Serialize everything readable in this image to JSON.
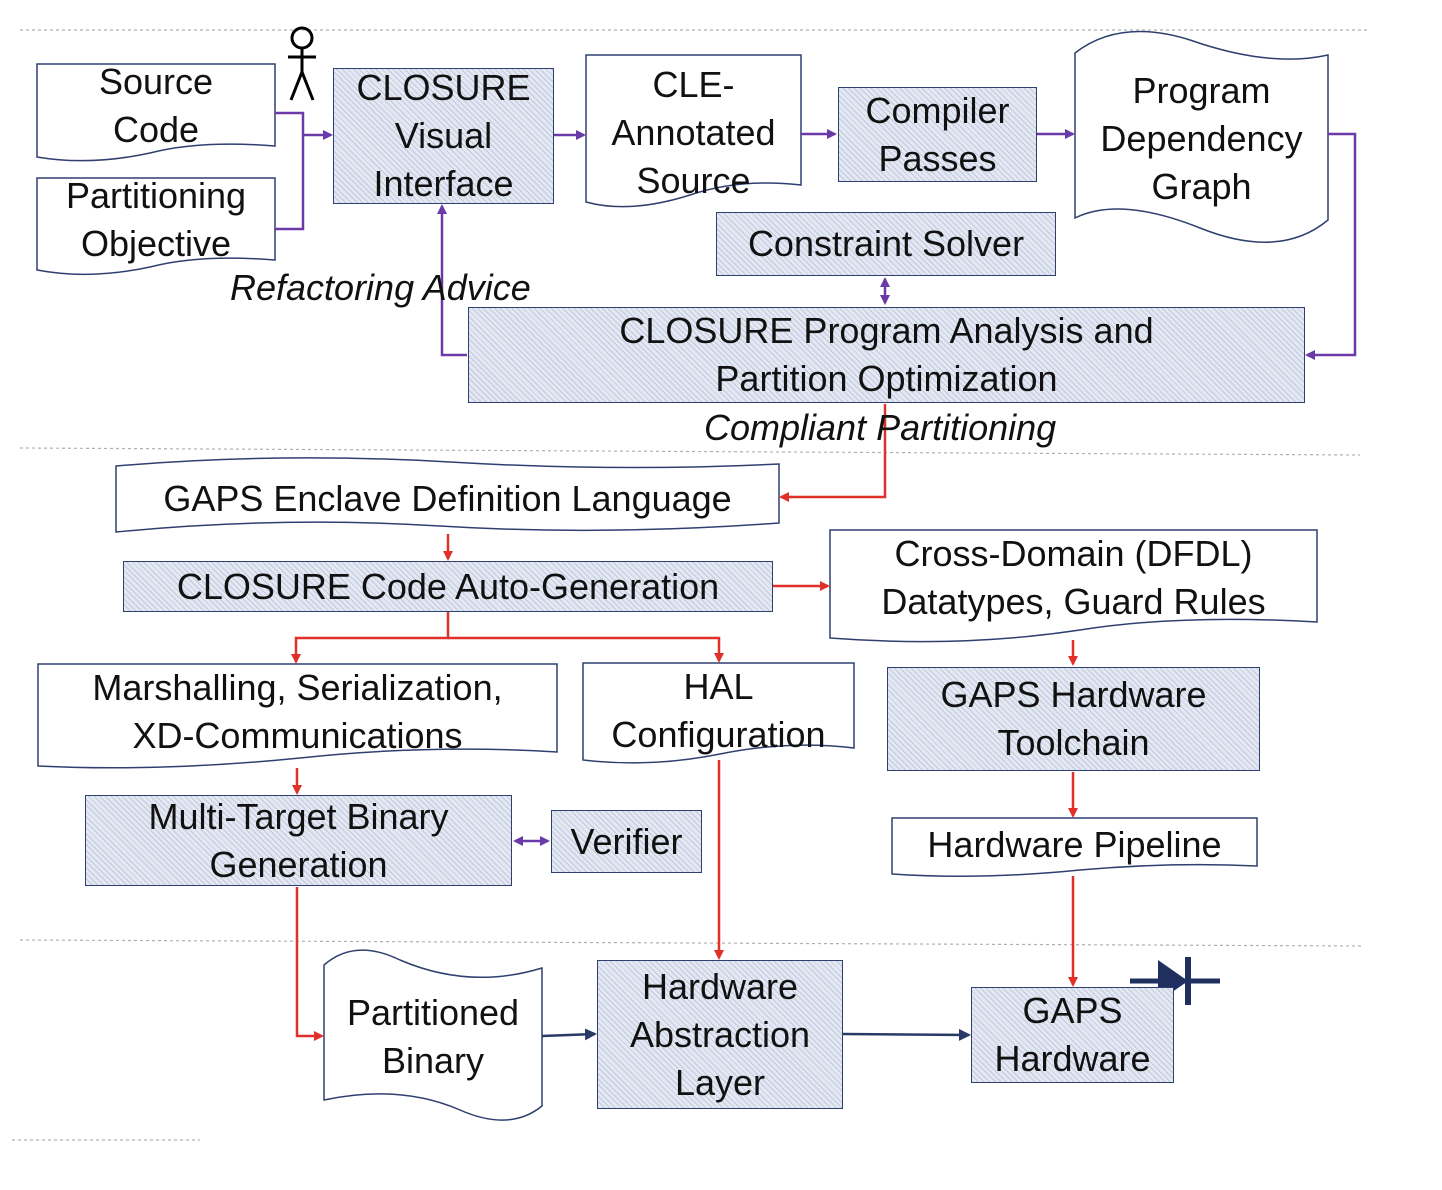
{
  "nodes": {
    "source_code": "Source\nCode",
    "partitioning_objective": "Partitioning\nObjective",
    "closure_visual_interface": "CLOSURE\nVisual\nInterface",
    "cle_annotated_source": "CLE-\nAnnotated\nSource",
    "compiler_passes": "Compiler\nPasses",
    "program_dependency_graph": "Program\nDependency\nGraph",
    "constraint_solver": "Constraint Solver",
    "closure_program_analysis": "CLOSURE Program Analysis and\nPartition Optimization",
    "gaps_enclave_definition_language": "GAPS Enclave Definition Language",
    "closure_code_auto_generation": "CLOSURE Code Auto-Generation",
    "cross_domain_datatypes": "Cross-Domain (DFDL)\nDatatypes, Guard Rules",
    "marshalling": "Marshalling, Serialization,\nXD-Communications",
    "hal_configuration": "HAL\nConfiguration",
    "gaps_hardware_toolchain": "GAPS Hardware\nToolchain",
    "multi_target_binary_generation": "Multi-Target Binary\nGeneration",
    "verifier": "Verifier",
    "hardware_pipeline": "Hardware Pipeline",
    "partitioned_binary": "Partitioned\nBinary",
    "hardware_abstraction_layer": "Hardware\nAbstraction\nLayer",
    "gaps_hardware": "GAPS\nHardware"
  },
  "labels": {
    "refactoring_advice": "Refactoring Advice",
    "compliant_partitioning": "Compliant Partitioning"
  },
  "colors": {
    "purple_arrow": "#6a3aa8",
    "red_arrow": "#e0302a",
    "navy_arrow": "#2a3a66",
    "process_fill": "#e3e8f3",
    "process_border": "#2f3f70",
    "separator": "#b0b0b0"
  },
  "icons": [
    "person-icon",
    "diode-icon"
  ]
}
